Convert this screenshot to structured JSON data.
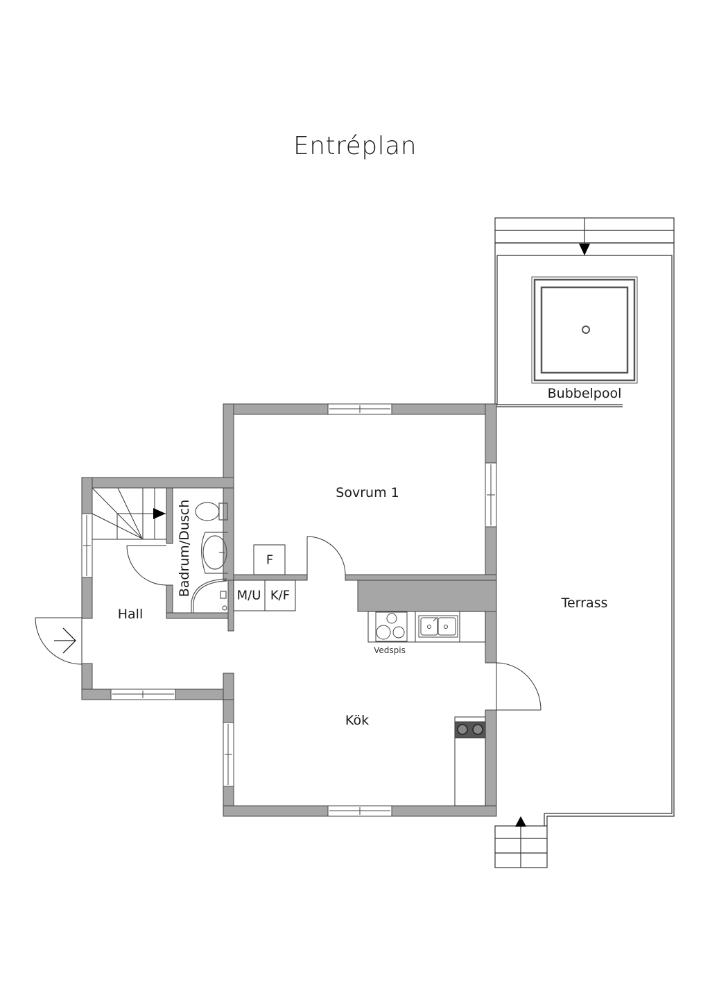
{
  "title": "Entréplan",
  "colors": {
    "wall": "#a6a6a6",
    "line": "#333333",
    "background": "#ffffff",
    "appliance_dark": "#555555"
  },
  "rooms": {
    "sovrum": "Sovrum 1",
    "hall": "Hall",
    "bathroom": "Badrum/Dusch",
    "kitchen": "Kök",
    "terrace": "Terrass",
    "hot_tub": "Bubbelpool"
  },
  "fixtures": {
    "wardrobe": "F",
    "washer_dryer": "M/U",
    "fridge_freezer": "K/F",
    "wood_stove": "Vedspis"
  },
  "icons": [
    "stair-arrow-icon",
    "entry-arrow-icon",
    "door-swing-icon",
    "window-icon",
    "toilet-icon",
    "sink-icon",
    "shower-icon",
    "stove-icon",
    "double-sink-icon",
    "hob-icon",
    "hot-tub-icon"
  ]
}
